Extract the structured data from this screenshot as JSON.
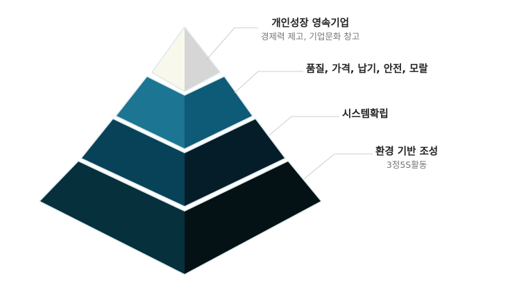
{
  "tiers": [
    {
      "title": "개인성장 영속기업",
      "subtitle": "경제력 제고, 기업문화 창고",
      "color_left": "#f8f8ec",
      "color_right": "#d6d6d6"
    },
    {
      "title": "품질, 가격, 납기, 안전, 모랄",
      "subtitle": "",
      "color_left": "#1c7592",
      "color_right": "#0d5b76"
    },
    {
      "title": "시스템확립",
      "subtitle": "",
      "color_left": "#074258",
      "color_right": "#051d29"
    },
    {
      "title": "환경 기반 조성",
      "subtitle": "3정5S활동",
      "color_left": "#06303b",
      "color_right": "#041216"
    }
  ],
  "colors": {
    "edge_glow": "#dbe8ee",
    "leader_line": "#cccccc"
  }
}
